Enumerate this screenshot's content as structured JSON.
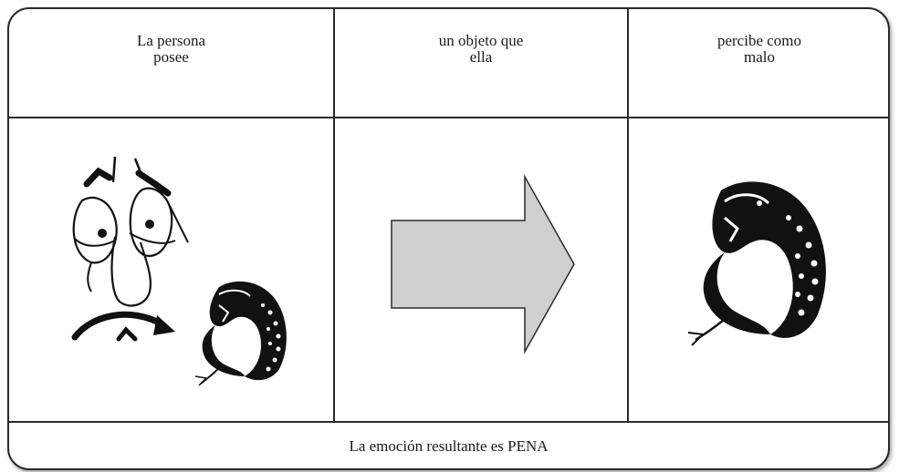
{
  "header": {
    "col1": {
      "line1": "La persona",
      "line2": "posee"
    },
    "col2": {
      "line1": "un objeto que",
      "line2": "ella"
    },
    "col3": {
      "line1": "percibe como",
      "line2": "malo"
    }
  },
  "footer": {
    "text": "La emoción resultante es PENA"
  },
  "colors": {
    "arrow_fill": "#cfcfcf",
    "line": "#2a2a2a"
  },
  "icons": [
    "sad-face-icon",
    "snake-small-icon",
    "right-arrow-icon",
    "snake-large-icon"
  ]
}
